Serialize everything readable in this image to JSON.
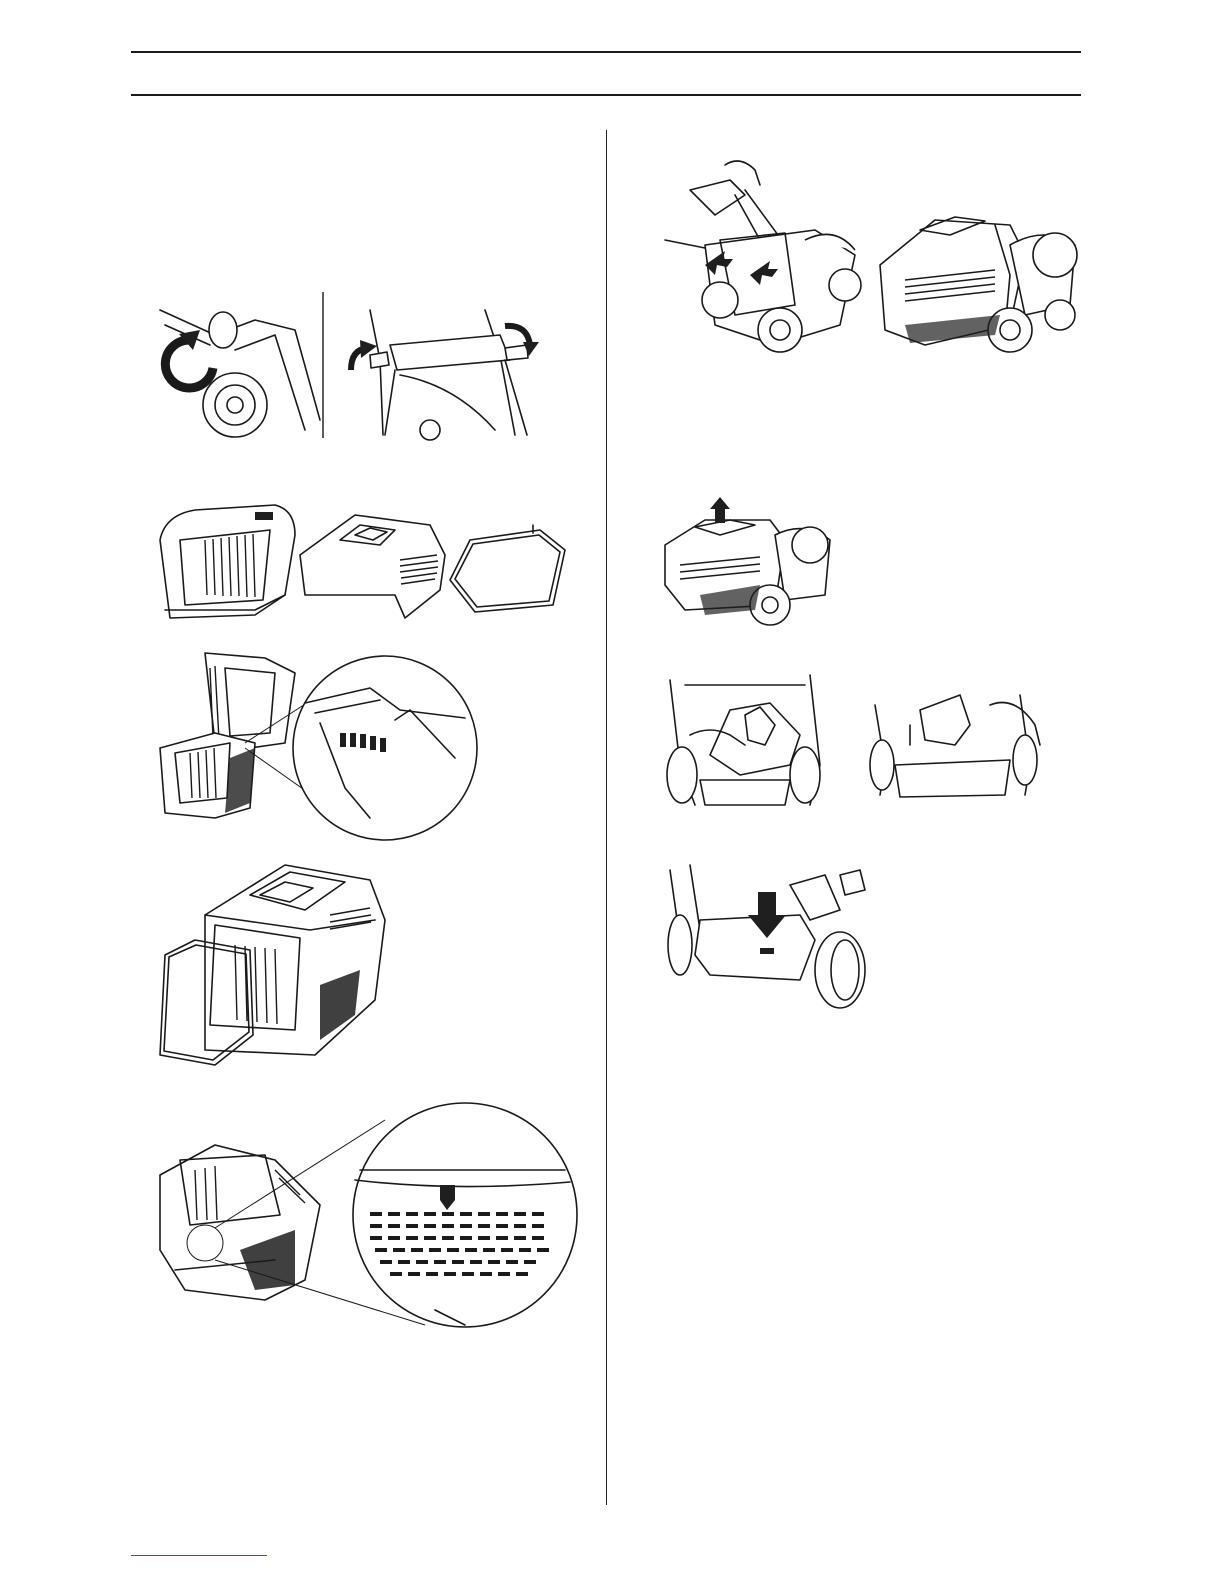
{
  "page": {
    "header_rule": true,
    "footer_link": ""
  },
  "figures": [
    {
      "id": "fig-handle-knobs",
      "icon": "handle-knob-rotation-icon"
    },
    {
      "id": "fig-grass-bag-parts",
      "icon": "grass-bag-parts-icon"
    },
    {
      "id": "fig-bag-halves-join",
      "icon": "bag-halves-join-icon"
    },
    {
      "id": "fig-bag-frame-fit",
      "icon": "bag-frame-fit-icon"
    },
    {
      "id": "fig-bag-clip-detail",
      "icon": "bag-clip-detail-icon"
    },
    {
      "id": "fig-attach-bag-mower",
      "icon": "attach-bag-mower-icon"
    },
    {
      "id": "fig-remove-bag",
      "icon": "remove-bag-icon"
    },
    {
      "id": "fig-mulch-plug",
      "icon": "mulch-plug-icon"
    },
    {
      "id": "fig-press-button",
      "icon": "press-button-icon"
    }
  ],
  "colors": {
    "line": "#1a1a1a",
    "link": "#2a4fd1"
  }
}
